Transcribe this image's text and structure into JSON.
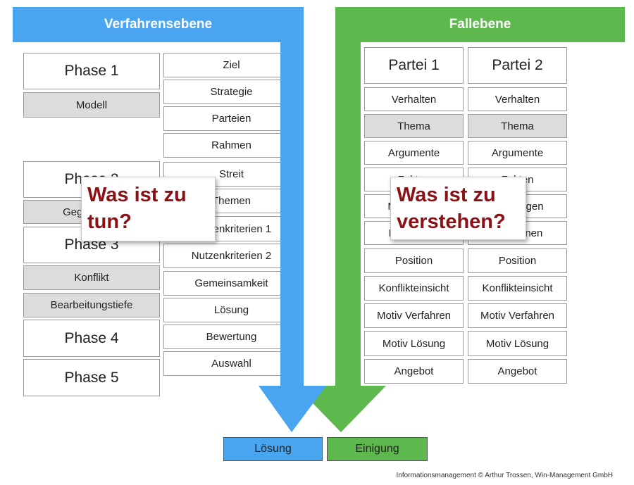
{
  "colors": {
    "blue": "#4aa5f0",
    "green": "#5db84e",
    "callout_text": "#8b1114"
  },
  "headers": {
    "left": "Verfahrensebene",
    "right": "Fallebene"
  },
  "left": {
    "phase1": "Phase 1",
    "modell": "Modell",
    "phase2": "Phase 2",
    "gegenstand": "Gegenstand",
    "phase3": "Phase 3",
    "konflikt": "Konflikt",
    "bearbeitungstiefe": "Bearbeitungstiefe",
    "phase4": "Phase 4",
    "phase5": "Phase 5",
    "column2": [
      "Ziel",
      "Strategie",
      "Parteien",
      "Rahmen",
      "Streit",
      "Themen",
      "Nutzenkriterien 1",
      "Nutzenkriterien 2",
      "Gemeinsamkeit",
      "Lösung",
      "Bewertung",
      "Auswahl"
    ]
  },
  "right": {
    "party1": "Partei 1",
    "party2": "Partei 2",
    "rows": [
      "Verhalten",
      "Thema",
      "Argumente",
      "Fakten",
      "Meinungen",
      "Emotionen",
      "Position",
      "Konflikteinsicht",
      "Motiv Verfahren",
      "Motiv Lösung",
      "Angebot"
    ]
  },
  "callouts": {
    "left_line1": "Was ist zu",
    "left_line2": "tun?",
    "right_line1": "Was ist zu",
    "right_line2": "verstehen?"
  },
  "results": {
    "left": "Lösung",
    "right": "Einigung"
  },
  "footer": "Informationsmanagement © Arthur Trossen, Win-Management GmbH"
}
